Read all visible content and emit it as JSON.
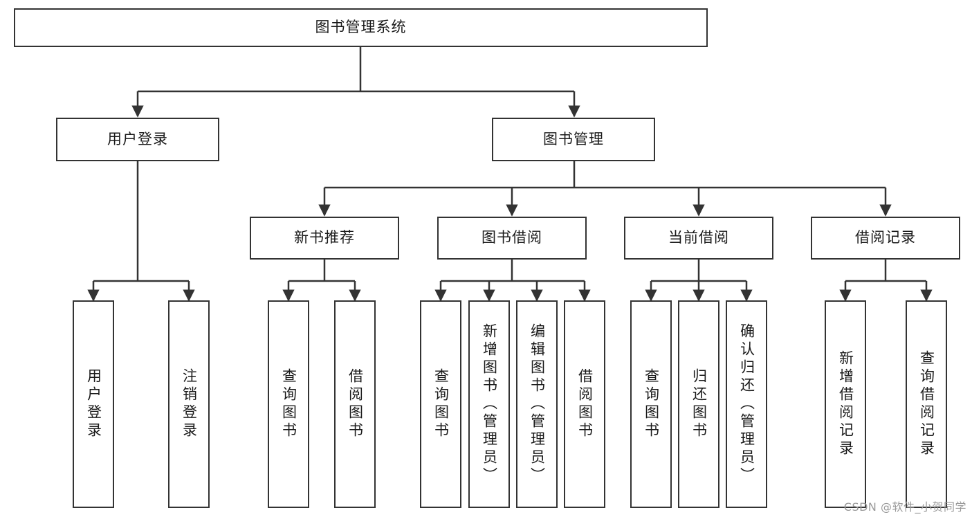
{
  "diagram": {
    "title_node": {
      "label": "图书管理系统"
    },
    "level2": [
      {
        "id": "user-login",
        "label": "用户登录"
      },
      {
        "id": "book-management",
        "label": "图书管理"
      }
    ],
    "level3": [
      {
        "id": "new-book-recommend",
        "label": "新书推荐"
      },
      {
        "id": "book-borrow",
        "label": "图书借阅"
      },
      {
        "id": "current-borrow",
        "label": "当前借阅"
      },
      {
        "id": "borrow-record",
        "label": "借阅记录"
      }
    ],
    "leaves": {
      "user_login": [
        {
          "id": "leaf-user-login",
          "label": "用户登录"
        },
        {
          "id": "leaf-logout-login",
          "label": "注销登录"
        }
      ],
      "new_book_recommend": [
        {
          "id": "leaf-query-book-1",
          "label": "查询图书"
        },
        {
          "id": "leaf-borrow-book-1",
          "label": "借阅图书"
        }
      ],
      "book_borrow": [
        {
          "id": "leaf-query-book-2",
          "label": "查询图书"
        },
        {
          "id": "leaf-add-book",
          "label": "新增图书（管理员）"
        },
        {
          "id": "leaf-edit-book",
          "label": "编辑图书（管理员）"
        },
        {
          "id": "leaf-borrow-book-2",
          "label": "借阅图书"
        }
      ],
      "current_borrow": [
        {
          "id": "leaf-query-book-3",
          "label": "查询图书"
        },
        {
          "id": "leaf-return-book",
          "label": "归还图书"
        },
        {
          "id": "leaf-confirm-return",
          "label": "确认归还（管理员）"
        }
      ],
      "borrow_record": [
        {
          "id": "leaf-add-borrow-record",
          "label": "新增借阅记录"
        },
        {
          "id": "leaf-query-borrow-record",
          "label": "查询借阅记录"
        }
      ]
    },
    "colors": {
      "stroke": "#333333",
      "background": "#ffffff",
      "text": "#1a1a1a",
      "watermark": "#9a9a9a"
    }
  },
  "watermark": {
    "text": "CSDN @软件_小贺同学"
  }
}
